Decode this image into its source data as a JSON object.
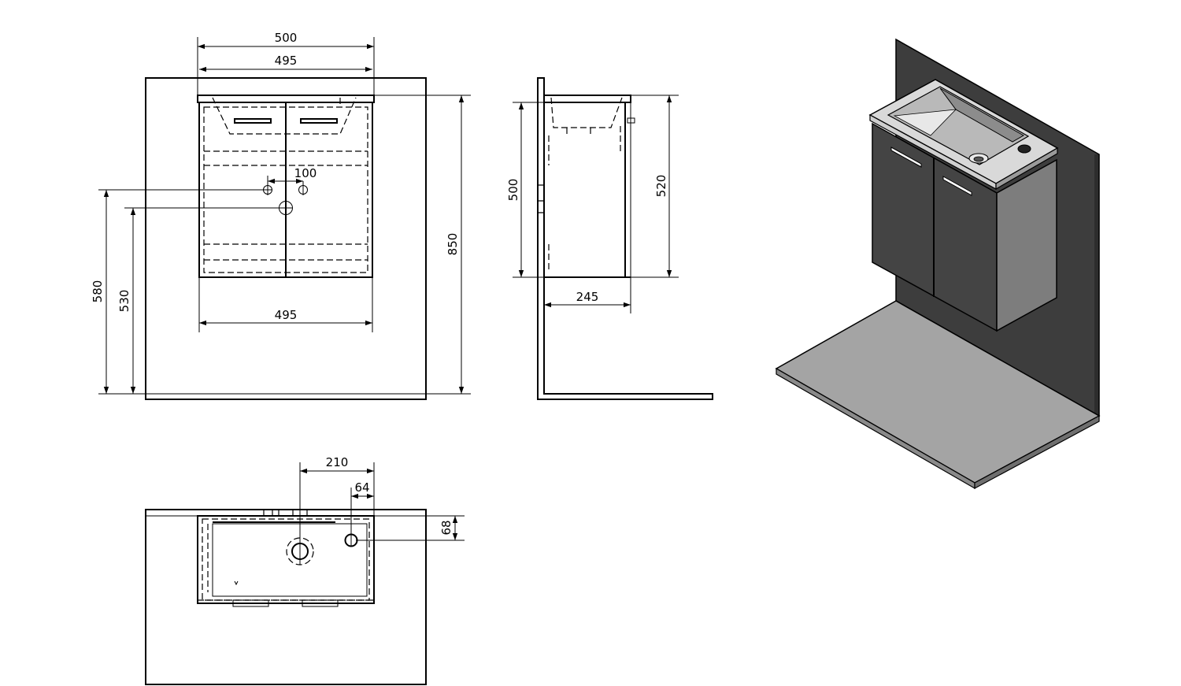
{
  "dimensions": {
    "front": {
      "top_width": "500",
      "basin_width": "495",
      "tap_spacing": "100",
      "cabinet_width": "495",
      "height_580": "580",
      "height_530": "530",
      "total_height": "850"
    },
    "side": {
      "cabinet_height": "500",
      "total_height": "520",
      "depth": "245"
    },
    "top": {
      "waste_offset": "210",
      "tap_offset": "64",
      "tap_depth": "68"
    }
  },
  "colors": {
    "line": "#000000",
    "wall": "#3d3d3d",
    "floor": "#a4a4a4",
    "cabinet_front": "#444444",
    "cabinet_side": "#7d7d7d",
    "basin_top": "#d9d9d9",
    "basin_inner": "#b9b9b9"
  }
}
